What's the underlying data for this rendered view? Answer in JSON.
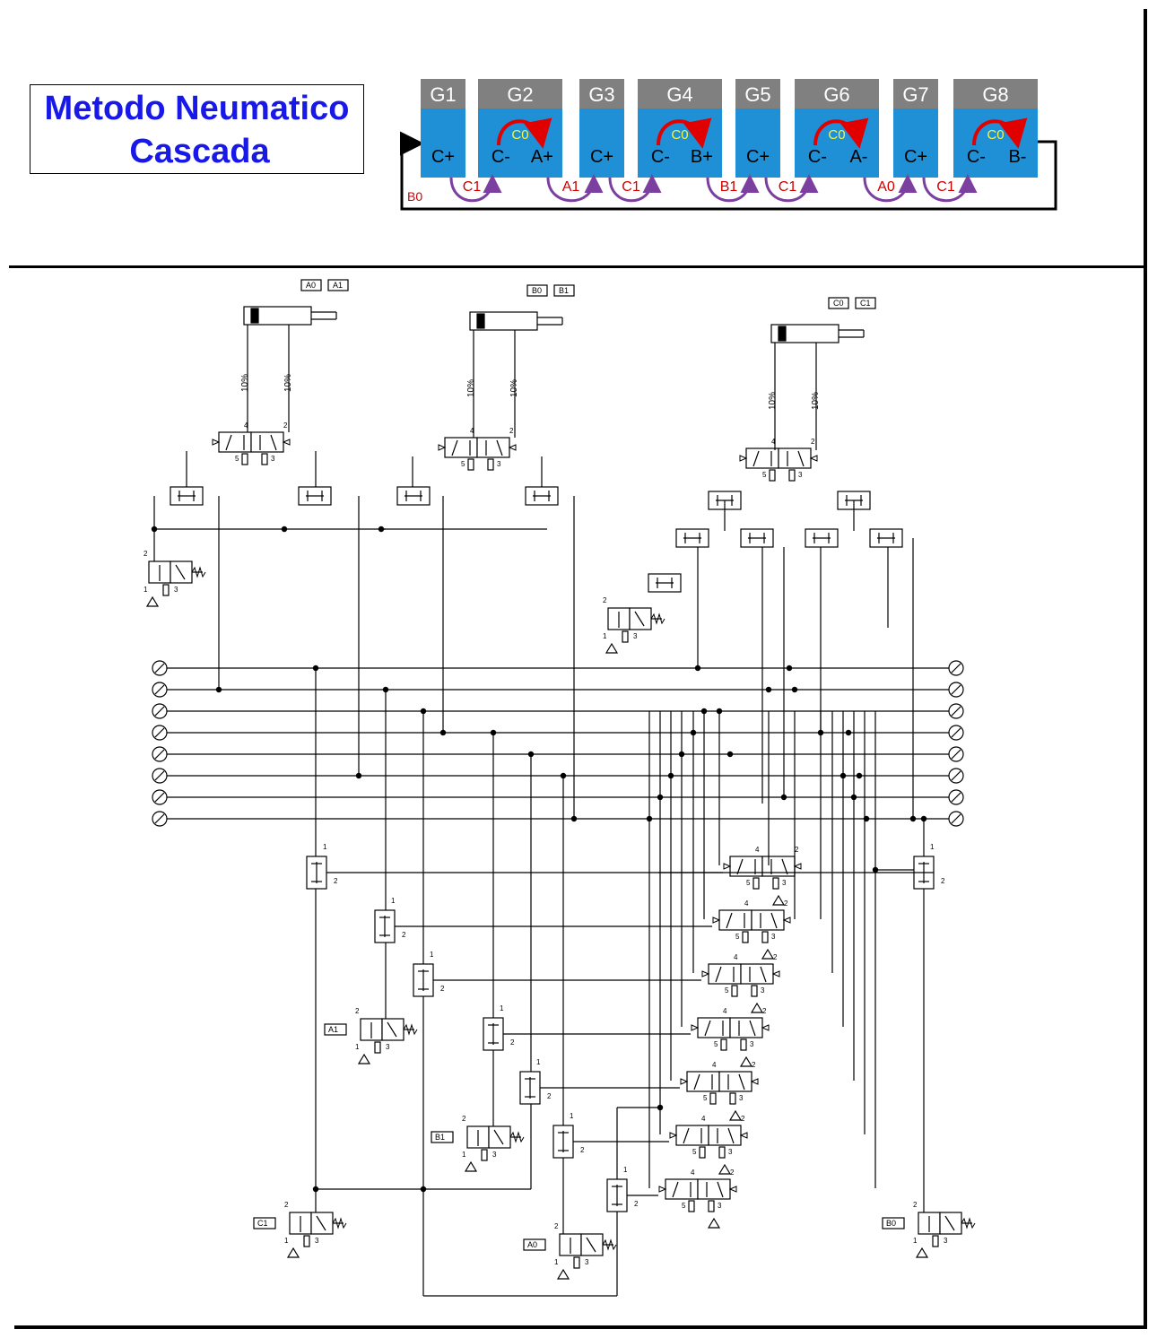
{
  "title": {
    "line1": "Metodo Neumatico",
    "line2": "Cascada"
  },
  "colors": {
    "title": "#1818e8",
    "group_header": "#808080",
    "group_body": "#1f8fd6",
    "arrow_red": "#e00000",
    "arrow_purple": "#7b3fa0",
    "label_yellow": "#f5f542",
    "label_red": "#d00000"
  },
  "cascade": {
    "groups": [
      {
        "name": "G1",
        "moves": [
          "C+"
        ],
        "loop": false
      },
      {
        "name": "G2",
        "moves": [
          "C-",
          "A+"
        ],
        "loop": true,
        "loop_label": "C0"
      },
      {
        "name": "G3",
        "moves": [
          "C+"
        ],
        "loop": false
      },
      {
        "name": "G4",
        "moves": [
          "C-",
          "B+"
        ],
        "loop": true,
        "loop_label": "C0"
      },
      {
        "name": "G5",
        "moves": [
          "C+"
        ],
        "loop": false
      },
      {
        "name": "G6",
        "moves": [
          "C-",
          "A-"
        ],
        "loop": true,
        "loop_label": "C0"
      },
      {
        "name": "G7",
        "moves": [
          "C+"
        ],
        "loop": false
      },
      {
        "name": "G8",
        "moves": [
          "C-",
          "B-"
        ],
        "loop": true,
        "loop_label": "C0"
      }
    ],
    "transitions": [
      "C1",
      "A1",
      "C1",
      "B1",
      "C1",
      "A0",
      "C1"
    ],
    "return_label": "B0"
  },
  "circuit": {
    "cylinders": [
      {
        "name": "A",
        "sensors": [
          "A0",
          "A1"
        ],
        "flow": [
          "10%",
          "10%"
        ]
      },
      {
        "name": "B",
        "sensors": [
          "B0",
          "B1"
        ],
        "flow": [
          "10%",
          "10%"
        ]
      },
      {
        "name": "C",
        "sensors": [
          "C0",
          "C1"
        ],
        "flow": [
          "10%",
          "10%"
        ]
      }
    ],
    "limit_valves": [
      "A1",
      "B1",
      "C1",
      "A0",
      "B0"
    ],
    "lines_count": 8
  }
}
